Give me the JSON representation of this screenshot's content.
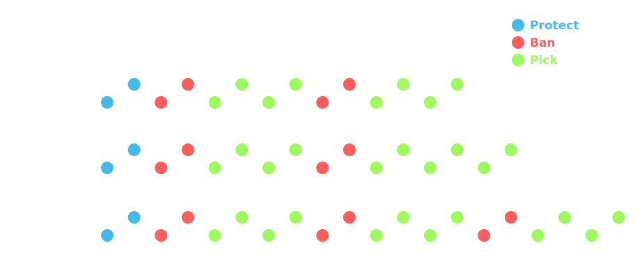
{
  "legend": {
    "items": [
      {
        "key": "protect",
        "label": "Protect",
        "color": "#44bae8"
      },
      {
        "key": "ban",
        "label": "Ban",
        "color": "#ff5c5c"
      },
      {
        "key": "pick",
        "label": "Pick",
        "color": "#9cfa5c"
      }
    ]
  },
  "sequences": [
    {
      "actions": [
        "protect",
        "protect",
        "ban",
        "ban",
        "pick",
        "pick",
        "pick",
        "pick",
        "ban",
        "ban",
        "pick",
        "pick",
        "pick",
        "pick"
      ]
    },
    {
      "actions": [
        "protect",
        "protect",
        "ban",
        "ban",
        "pick",
        "pick",
        "pick",
        "pick",
        "ban",
        "ban",
        "pick",
        "pick",
        "pick",
        "pick",
        "pick",
        "pick"
      ]
    },
    {
      "actions": [
        "protect",
        "protect",
        "ban",
        "ban",
        "pick",
        "pick",
        "pick",
        "pick",
        "ban",
        "ban",
        "pick",
        "pick",
        "pick",
        "pick",
        "ban",
        "ban",
        "pick",
        "pick",
        "pick",
        "pick"
      ]
    }
  ]
}
